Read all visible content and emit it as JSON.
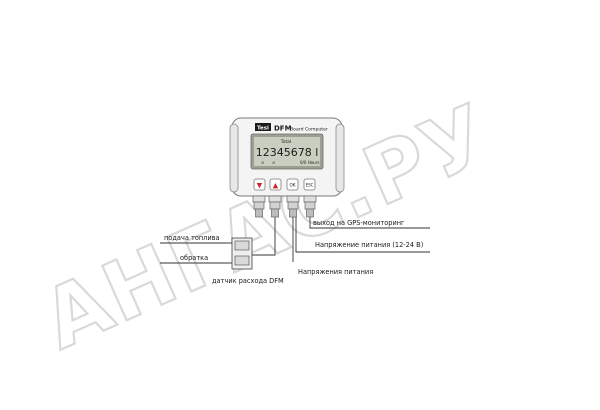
{
  "device": {
    "brand": "Tesi",
    "model": "DFM",
    "model_subtitle": "Board Computer",
    "screen_header": "Total",
    "screen_reading": "12345678 l",
    "screen_footer_left": "⊙",
    "screen_footer_mid": "⊙",
    "screen_footer_right": "0/0 Hours",
    "buttons": [
      {
        "label": "▼"
      },
      {
        "label": "▲"
      },
      {
        "label": "OK"
      },
      {
        "label": "ESC"
      }
    ]
  },
  "labels": {
    "fuel_supply": "подача топлива",
    "return_line": "обратка",
    "flow_sensor": "датчик расхода DFM",
    "gps_output": "выход на GPS-мониторинг",
    "supply_voltage_range": "Напряжение питания (12-24 В)",
    "supply_voltage": "Напряжения питания"
  },
  "watermark": "АНГАС.РУ",
  "colors": {
    "button_red": "#c62828",
    "housing": "#f4f4f4",
    "lcd": "#c9cfc0",
    "line": "#333333",
    "watermark": "#d9d9d9"
  }
}
